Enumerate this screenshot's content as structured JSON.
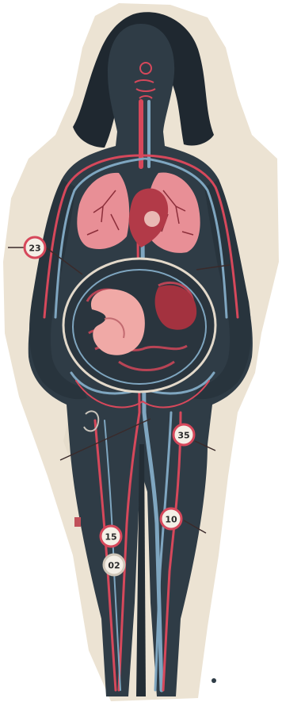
{
  "illustration": {
    "labels": [
      {
        "id": "arm-left",
        "text": "23"
      },
      {
        "id": "thigh-right",
        "text": "35"
      },
      {
        "id": "knee-right",
        "text": "10"
      },
      {
        "id": "calf-left-upper",
        "text": "15"
      },
      {
        "id": "calf-left-lower",
        "text": "02"
      }
    ],
    "colors": {
      "paper": "#ece3d3",
      "body": "#2f3c46",
      "body_dark": "#232d35",
      "artery": "#d6485b",
      "vein": "#7fa6c0",
      "organ_pink": "#e88f96",
      "organ_dark": "#8c2f3b",
      "label_fill": "#f4efe6"
    }
  }
}
